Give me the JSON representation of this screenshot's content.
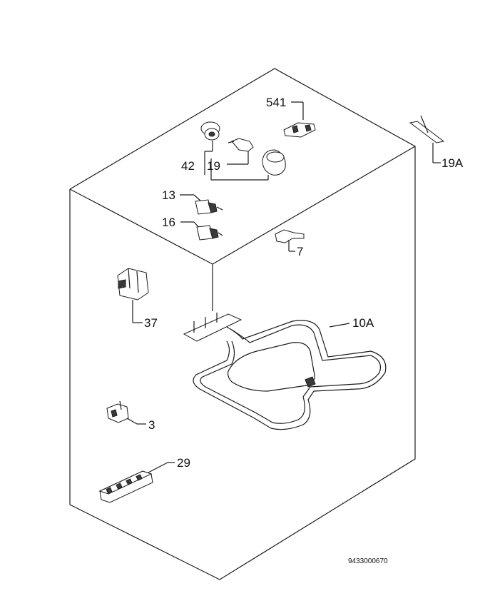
{
  "diagram": {
    "labels": {
      "p541": "541",
      "p19a": "19A",
      "p42": "42",
      "p19": "19",
      "p13": "13",
      "p16": "16",
      "p7": "7",
      "p37": "37",
      "p10a": "10A",
      "p3": "3",
      "p29": "29"
    },
    "drawing_code": "9433000670"
  }
}
